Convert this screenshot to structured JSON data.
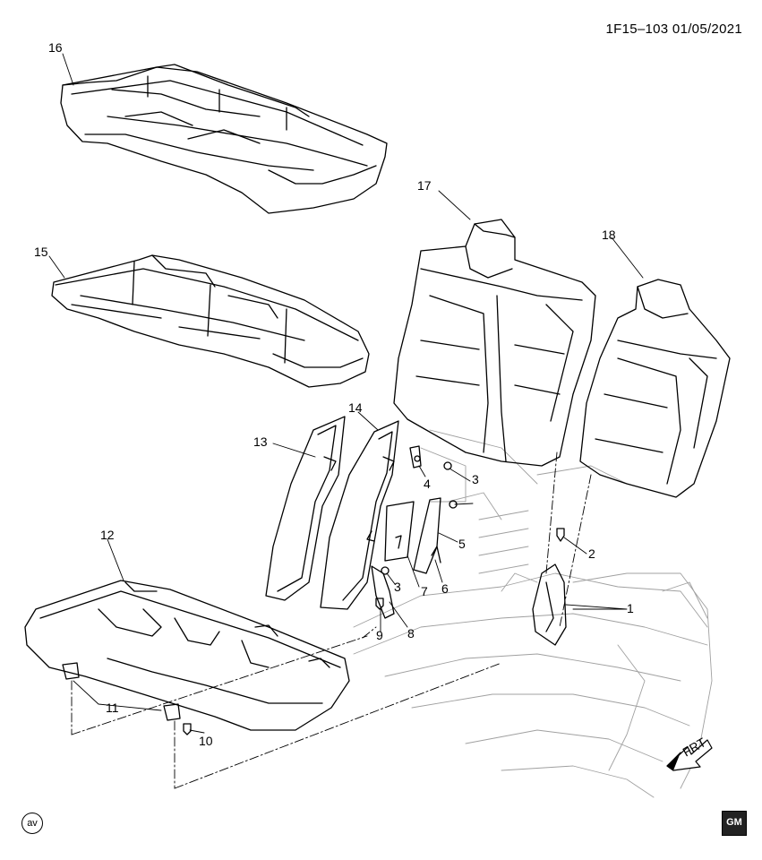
{
  "header": {
    "diagram_code": "1F15–103",
    "date": "01/05/2021"
  },
  "callouts": [
    "1",
    "2",
    "3",
    "4",
    "5",
    "6",
    "7",
    "8",
    "9",
    "10",
    "11",
    "12",
    "13",
    "14",
    "15",
    "16",
    "17",
    "18",
    "3"
  ],
  "front_arrow_label": "FRT",
  "footer": {
    "view_badge": "av",
    "logo_text": "GM"
  },
  "colors": {
    "line": "#000000",
    "light_line": "#9a9a9a",
    "fill": "#ffffff",
    "shade": "#e6e6e6"
  }
}
